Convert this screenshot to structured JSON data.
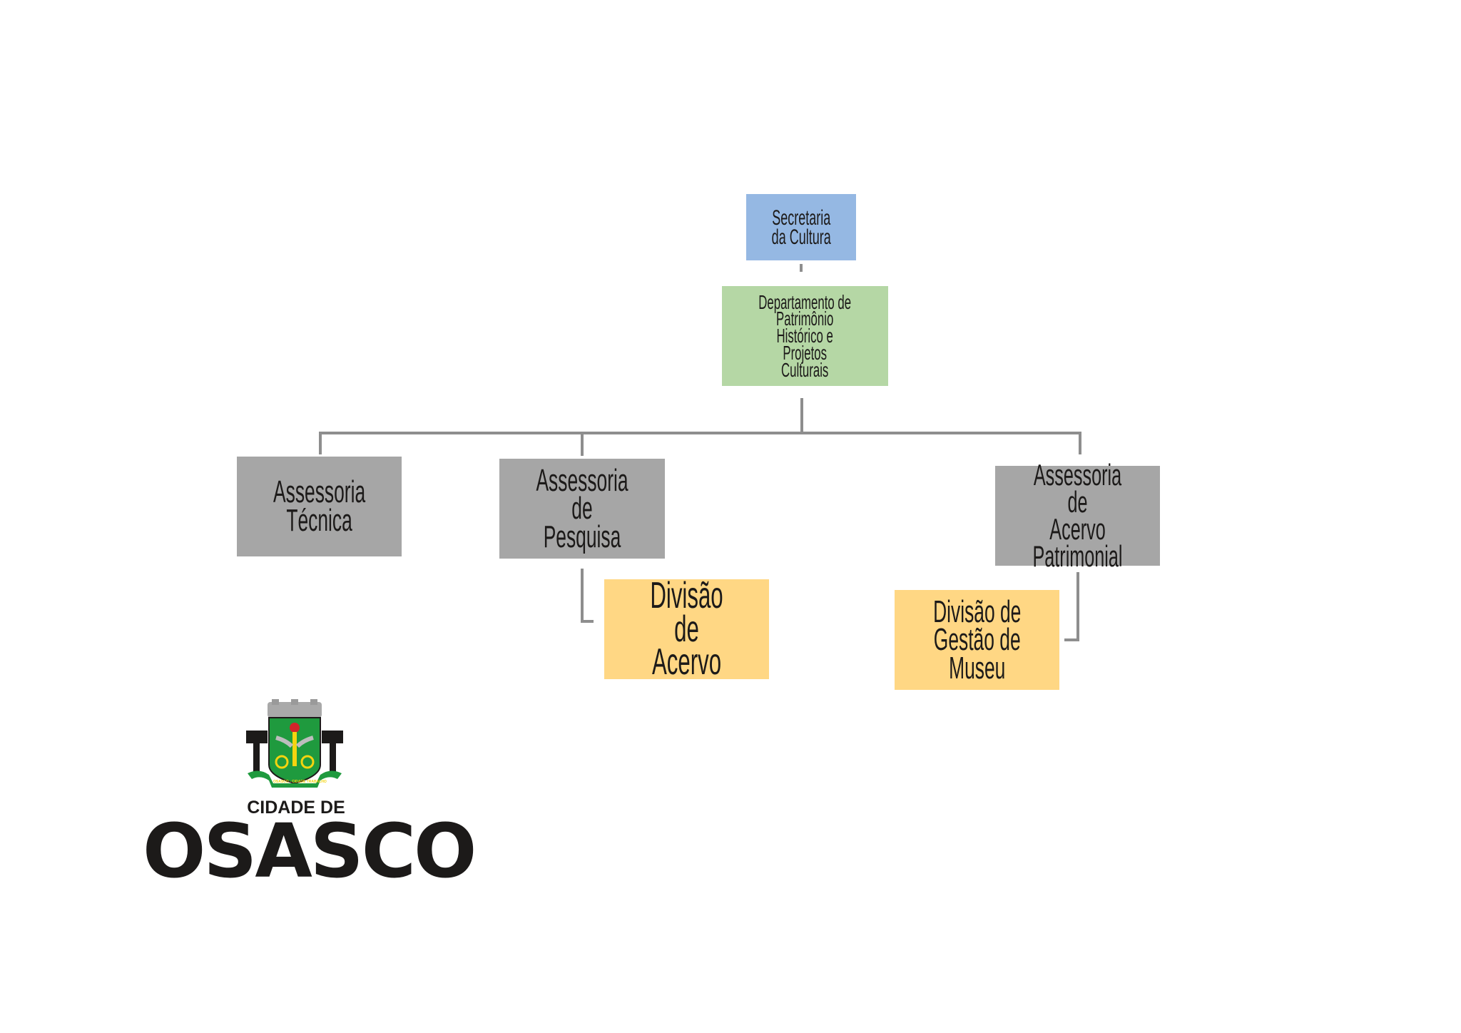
{
  "org_chart": {
    "root": {
      "label": "Secretaria\nda Cultura",
      "color": "#95b8e3"
    },
    "department": {
      "label": "Departamento de\nPatrimônio\nHistórico e\nProjetos\nCulturais",
      "color": "#b5d7a5"
    },
    "advisories": [
      {
        "label": "Assessoria\nTécnica",
        "color": "#a6a6a6"
      },
      {
        "label": "Assessoria de\nPesquisa",
        "color": "#a6a6a6"
      },
      {
        "label": "Assessoria de\nAcervo\nPatrimonial",
        "color": "#a6a6a6"
      }
    ],
    "divisions": [
      {
        "label": "Divisão de\nAcervo",
        "parent": "Assessoria de Pesquisa",
        "color": "#ffd784"
      },
      {
        "label": "Divisão de\nGestão de\nMuseu",
        "parent": "Assessoria de Acervo Patrimonial",
        "color": "#ffd784"
      }
    ]
  },
  "logo": {
    "motto": "OSASCO - CIDADE TRABALHO",
    "line1": "CIDADE DE",
    "line2": "OSASCO"
  }
}
